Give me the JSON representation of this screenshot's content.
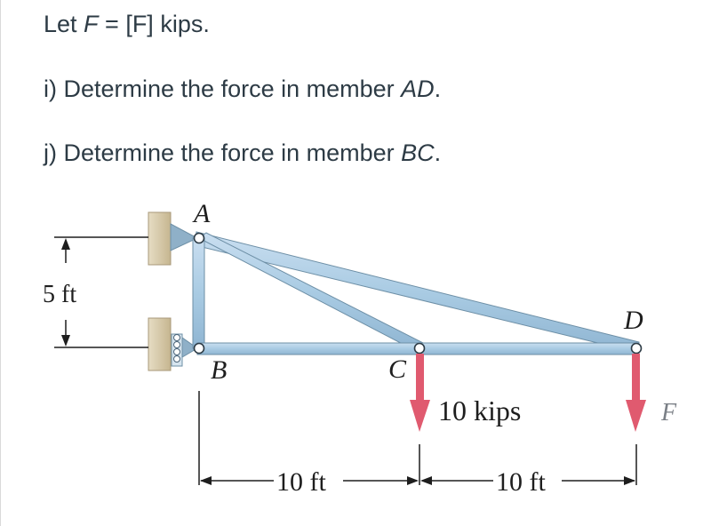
{
  "question": {
    "line1": {
      "prefix": "Let ",
      "var": "F",
      "suffix": " = [F] kips."
    },
    "line2": {
      "prefix": "i) Determine the force in member ",
      "member": "AD",
      "suffix": "."
    },
    "line3": {
      "prefix": "j) Determine the force in member ",
      "member": "BC",
      "suffix": "."
    }
  },
  "figure": {
    "labels": {
      "A": "A",
      "B": "B",
      "C": "C",
      "D": "D"
    },
    "height_dim": "5 ft",
    "span1": "10 ft",
    "span2": "10 ft",
    "load_C": "10 kips",
    "load_D": "F"
  },
  "colors": {
    "member_fill": "#a9cbe3",
    "member_stroke": "#6d8fa6",
    "load_arrow": "#e05a6f",
    "wall": "#d8c9a8",
    "text": "#2d3b45"
  }
}
